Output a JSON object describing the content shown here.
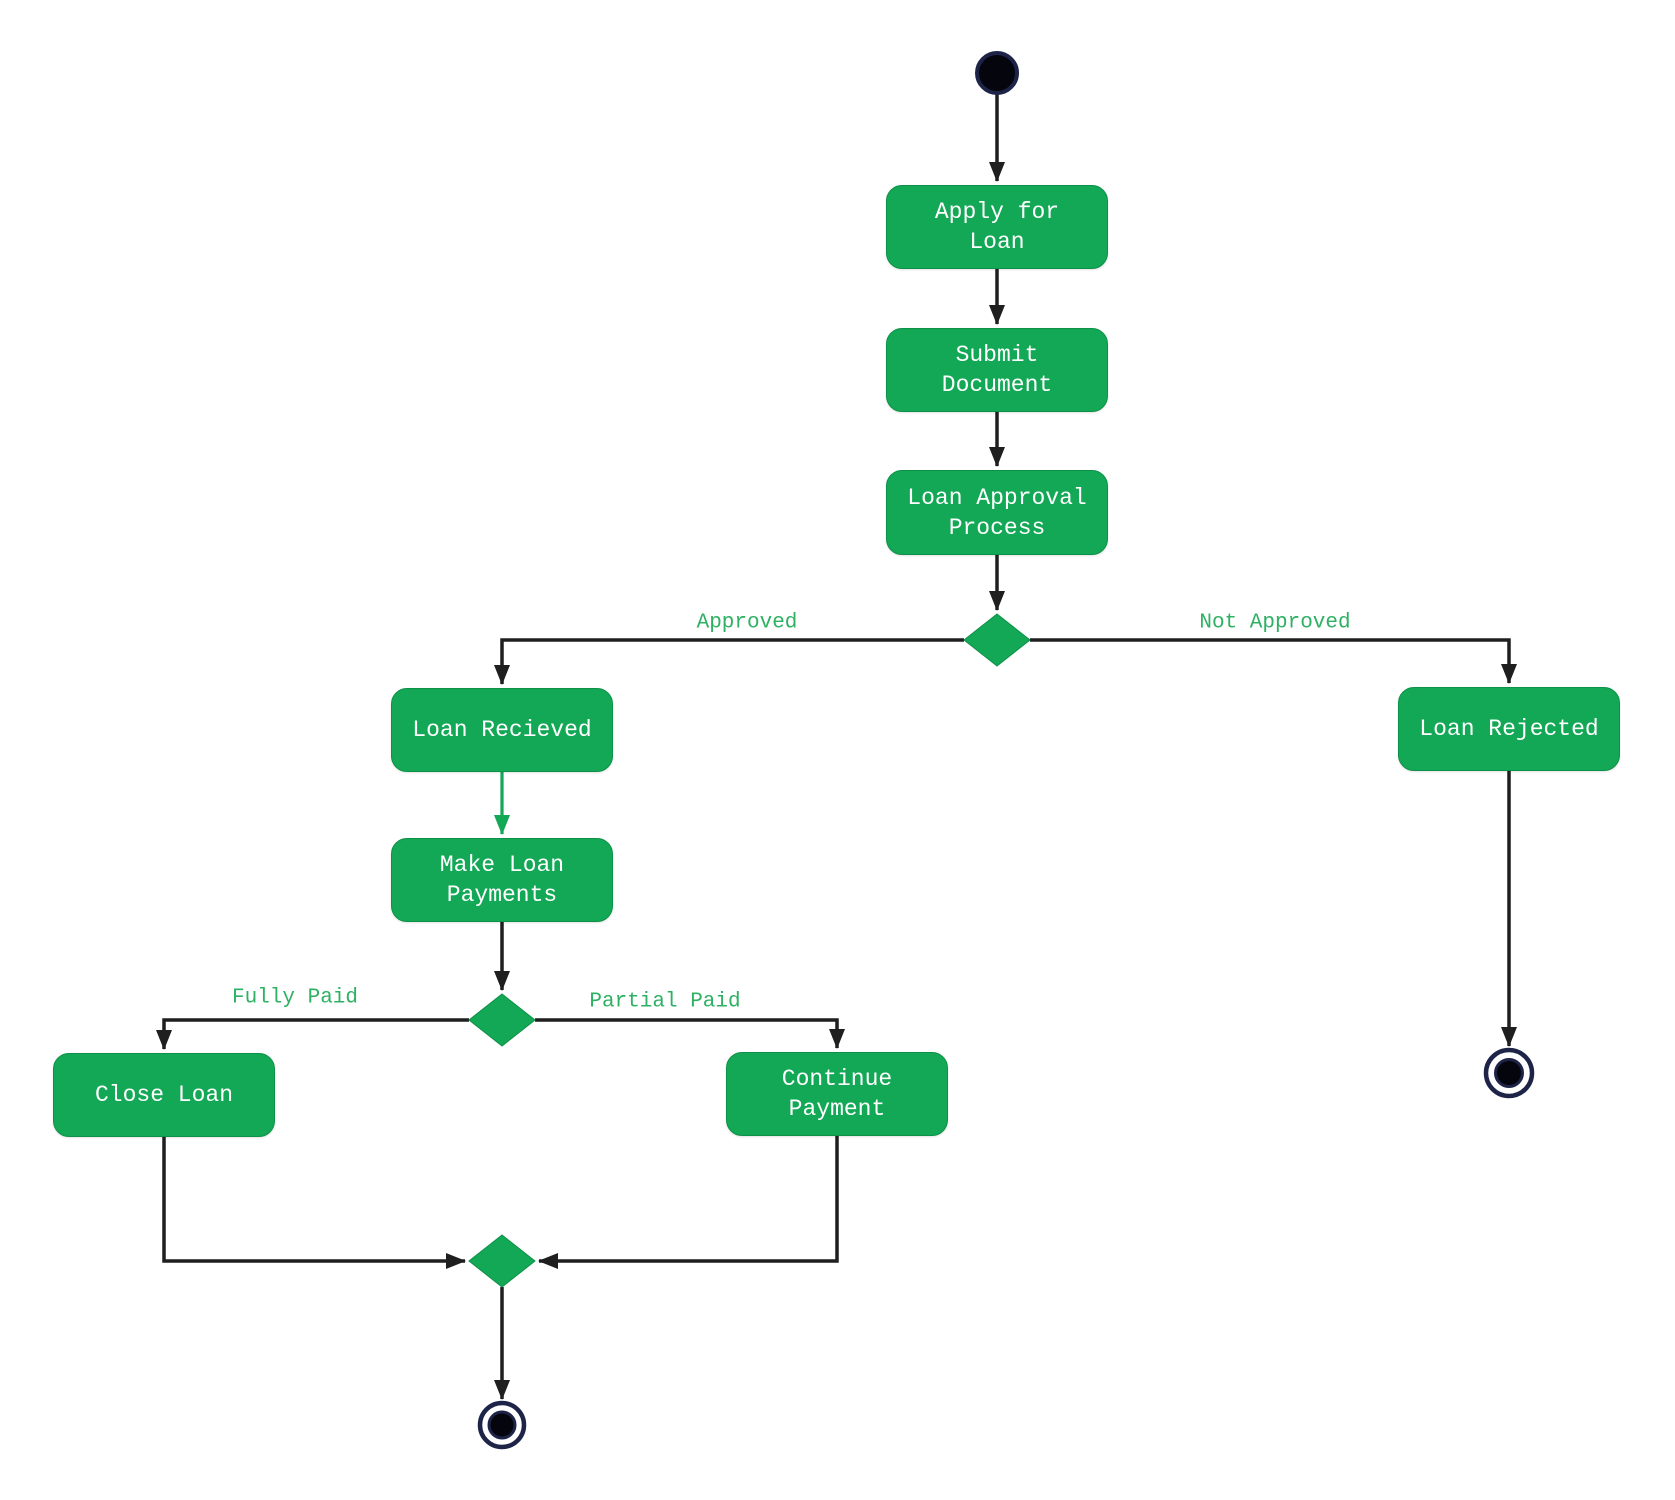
{
  "diagram": {
    "type": "uml-activity-diagram",
    "subject": "Loan application and repayment flow",
    "background": "#ffffff"
  },
  "colors": {
    "node": "#12a855",
    "node_border": "#0d9148",
    "edge": "#1f1f1f",
    "edge_label": "#2eb163",
    "node_text": "#ffffff",
    "terminal": "#1e2447",
    "terminal_fill": "#05050e"
  },
  "nodes": {
    "start": {
      "kind": "initial-node"
    },
    "apply": {
      "label": [
        "Apply for",
        "Loan"
      ]
    },
    "submit": {
      "label": [
        "Submit",
        "Document"
      ]
    },
    "approval": {
      "label": [
        "Loan Approval",
        "Process"
      ]
    },
    "received": {
      "label": "Loan Recieved"
    },
    "rejected": {
      "label": "Loan Rejected"
    },
    "payments": {
      "label": [
        "Make Loan",
        "Payments"
      ]
    },
    "close_loan": {
      "label": "Close Loan"
    },
    "continue_payment": {
      "label": [
        "Continue",
        "Payment"
      ]
    },
    "end_main": {
      "kind": "final-node"
    },
    "end_rejected": {
      "kind": "final-node"
    }
  },
  "edge_labels": {
    "approved": "Approved",
    "not_approved": "Not Approved",
    "fully_paid": "Fully Paid",
    "partial_paid": "Partial Paid"
  }
}
